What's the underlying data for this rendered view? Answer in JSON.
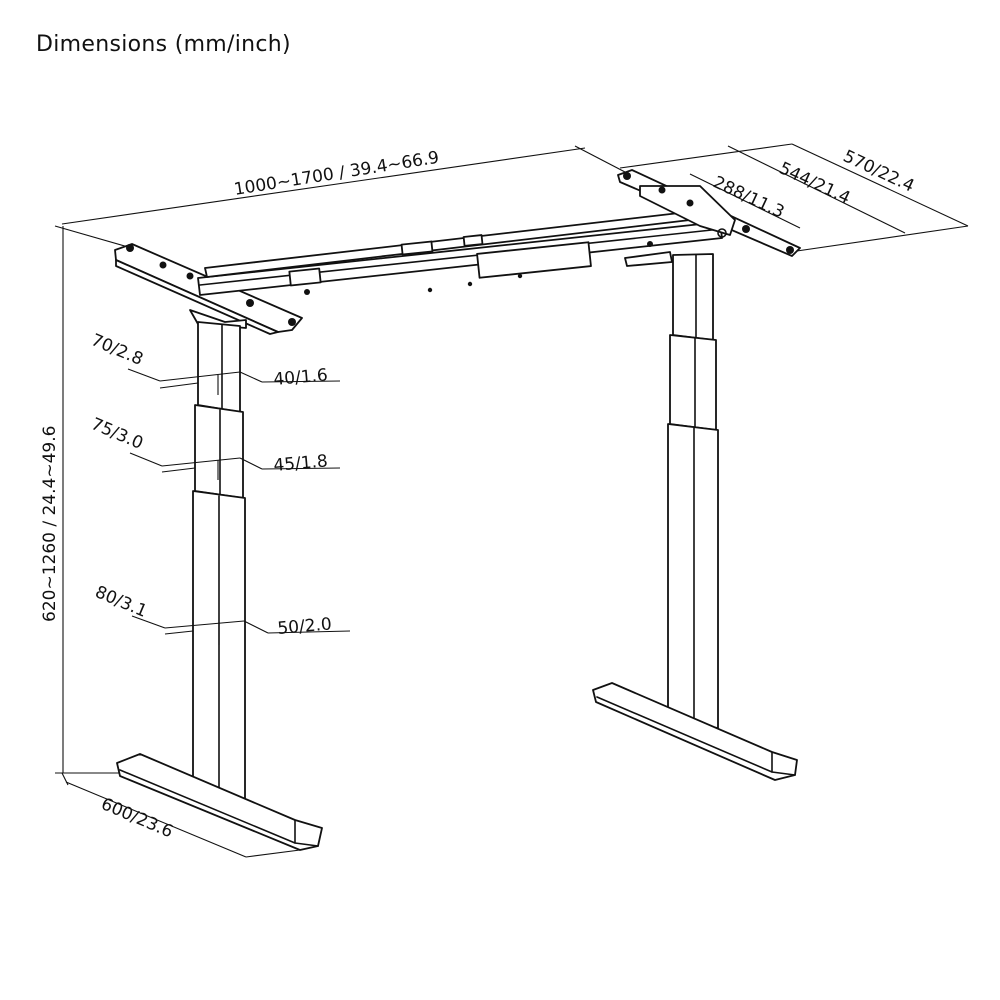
{
  "title": "Dimensions (mm/inch)",
  "dimensions": {
    "length": "1000~1700 / 39.4~66.9",
    "height": "620~1260 / 24.4~49.6",
    "foot_depth": "600/23.6",
    "top_bracket_570": "570/22.4",
    "top_bracket_544": "544/21.4",
    "top_bracket_288": "288/11.3",
    "upper_outer": "70/2.8",
    "upper_inner": "40/1.6",
    "middle_outer": "75/3.0",
    "middle_inner": "45/1.8",
    "lower_outer": "80/3.1",
    "lower_inner": "50/2.0"
  }
}
